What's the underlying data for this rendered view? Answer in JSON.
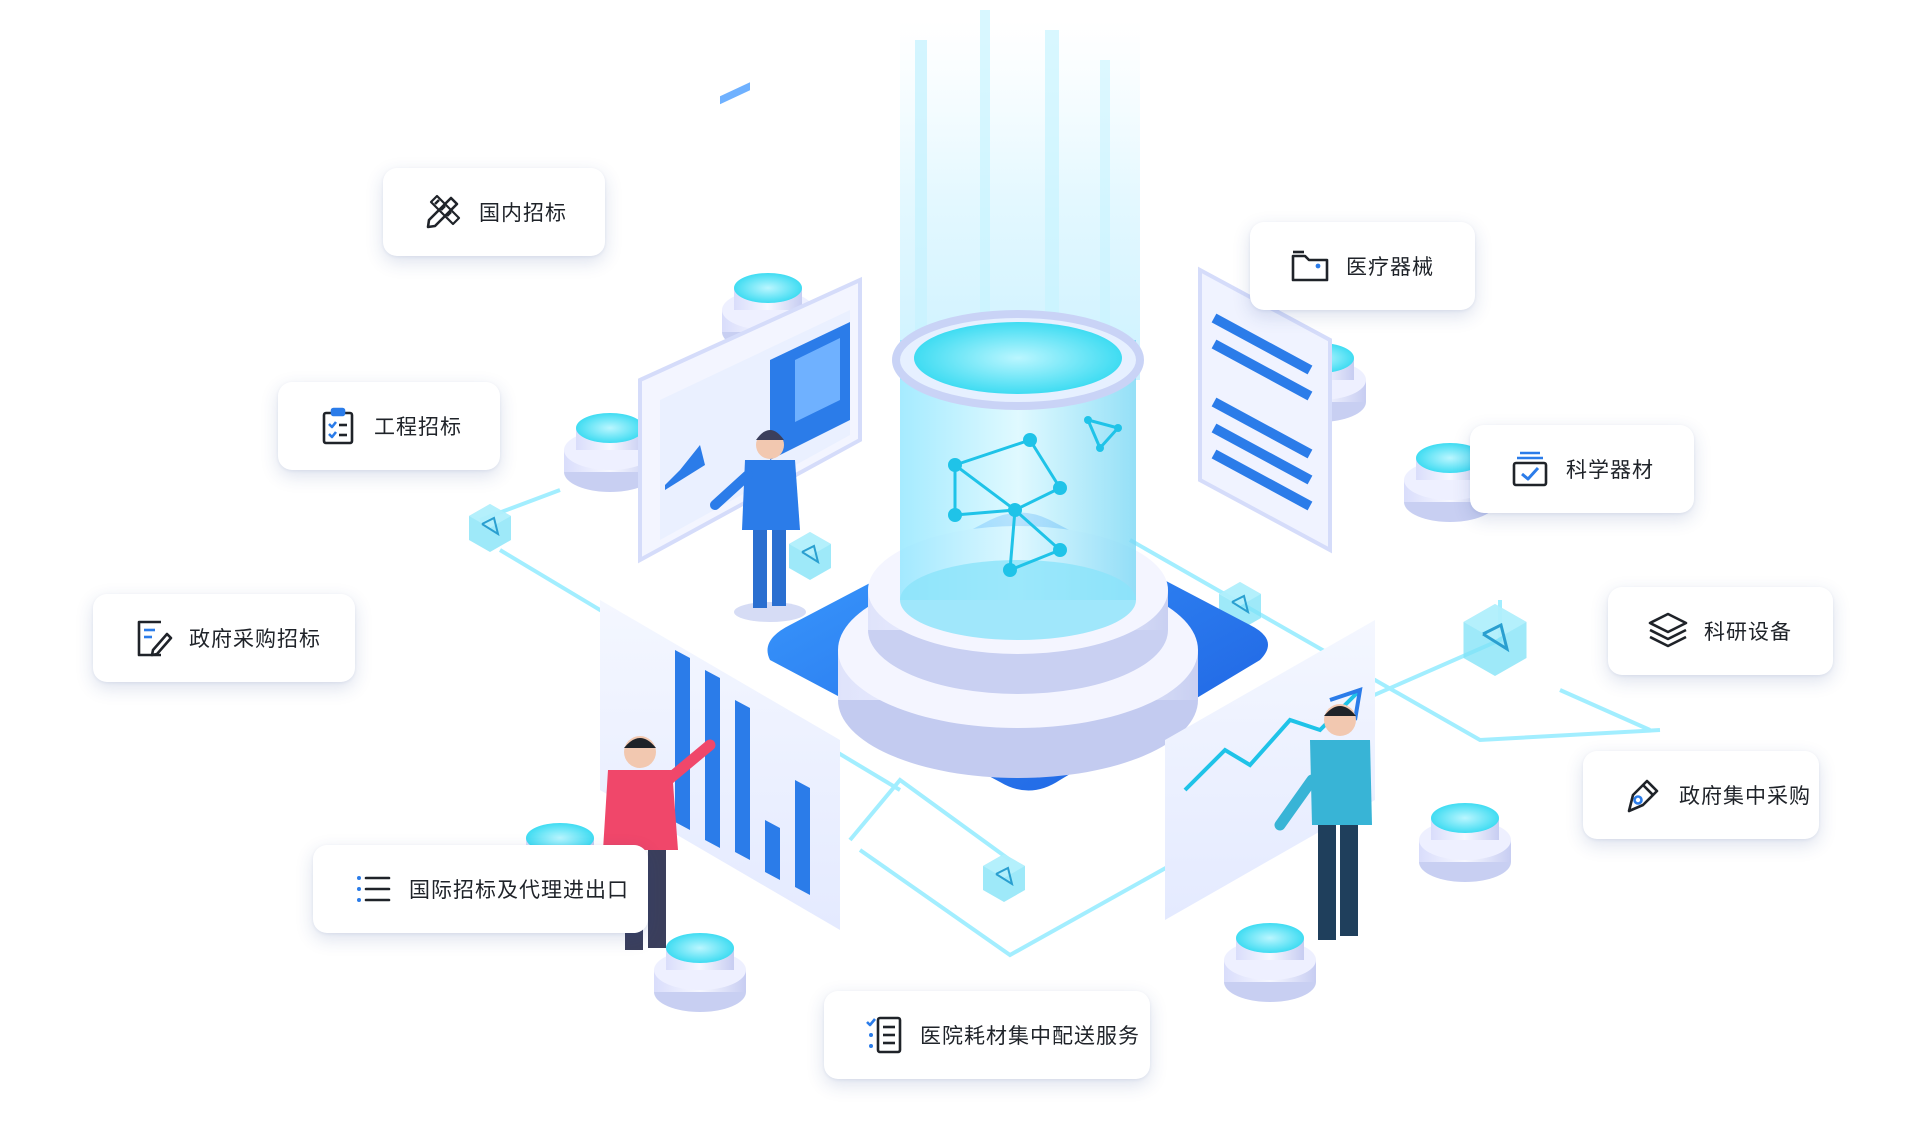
{
  "cards": [
    {
      "label": "国内招标",
      "icon": "pencil-ruler-icon"
    },
    {
      "label": "医疗器械",
      "icon": "folder-icon"
    },
    {
      "label": "工程招标",
      "icon": "clipboard-checklist-icon"
    },
    {
      "label": "科学器材",
      "icon": "checked-box-icon"
    },
    {
      "label": "政府采购招标",
      "icon": "edit-document-icon"
    },
    {
      "label": "科研设备",
      "icon": "layers-icon"
    },
    {
      "label": "政府集中采购",
      "icon": "pen-nib-icon"
    },
    {
      "label": "国际招标及代理进出口",
      "icon": "list-icon"
    },
    {
      "label": "医院耗材集中配送服务",
      "icon": "task-list-icon"
    }
  ],
  "colors": {
    "accent": "#2b7ce9",
    "cyan": "#3fe0f0",
    "text": "#1f2329",
    "person_red": "#f0476a",
    "person_teal": "#38b4d6"
  }
}
